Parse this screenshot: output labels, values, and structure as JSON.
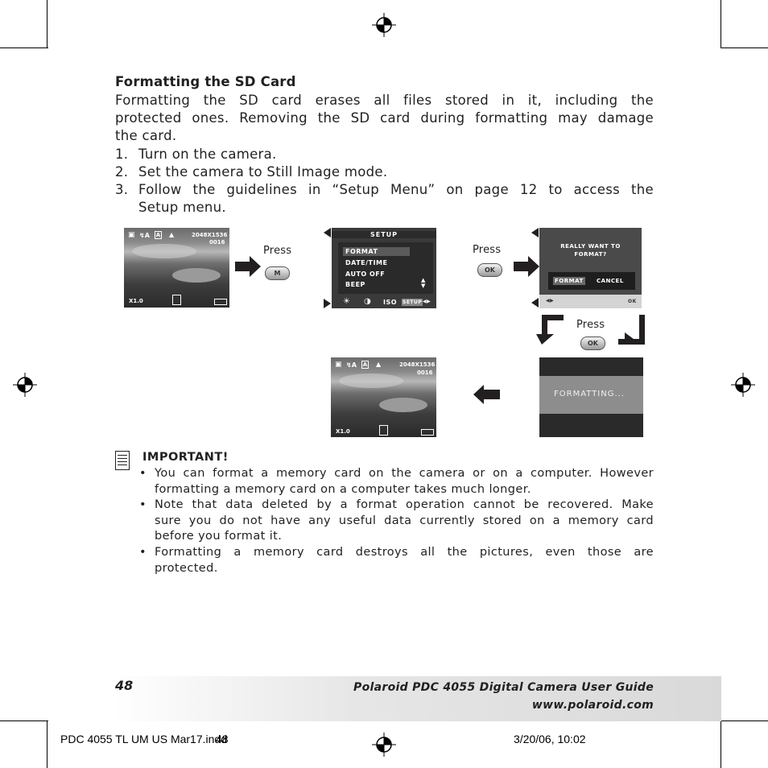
{
  "section": {
    "title": "Formatting the SD Card",
    "intro_lines": [
      "Formatting the SD card erases all files stored in it, including the",
      "protected ones. Removing the SD card during formatting may damage",
      "the card."
    ],
    "steps": [
      {
        "num": "1.",
        "text": "Turn on the camera."
      },
      {
        "num": "2.",
        "text": "Set the camera to Still Image mode."
      },
      {
        "num": "3.",
        "text_line1": "Follow the guidelines in “Setup Menu” on page 12 to access the",
        "text_line2": "Setup menu."
      }
    ]
  },
  "diagram": {
    "press_label": "Press",
    "button_m": "M",
    "button_ok": "OK",
    "preview": {
      "resolution": "2048X1536",
      "count": "0016",
      "zoom": "X1.0"
    },
    "setup_menu": {
      "title": "SETUP",
      "items": [
        "FORMAT",
        "DATE/TIME",
        "AUTO OFF",
        "BEEP"
      ],
      "bottom_icons": [
        "☀",
        "◑",
        "ISO",
        "SETUP"
      ]
    },
    "confirm": {
      "question_line1": "REALLY WANT TO",
      "question_line2": "FORMAT?",
      "format_btn": "FORMAT",
      "cancel_btn": "CANCEL",
      "ok_hint": "OK"
    },
    "formatting_label": "FORMATTING..."
  },
  "important": {
    "heading": "IMPORTANT!",
    "bullets": [
      {
        "line1": "You can format a memory card on the camera or on a computer. However",
        "line2": "formatting a memory card on a computer takes much longer."
      },
      {
        "line1": "Note that data deleted by a format operation cannot be recovered. Make",
        "line2": "sure you do not have any useful data currently stored on a memory card",
        "line3": "before you format it."
      },
      {
        "line1": "Formatting a memory card destroys all the pictures, even those are",
        "line2": "protected."
      }
    ]
  },
  "footer": {
    "page_number": "48",
    "guide_title": "Polaroid PDC 4055 Digital Camera User Guide",
    "website": "www.polaroid.com"
  },
  "slug": {
    "file": "PDC 4055 TL UM US Mar17.indd",
    "page": "48",
    "datetime": "3/20/06, 10:02"
  }
}
